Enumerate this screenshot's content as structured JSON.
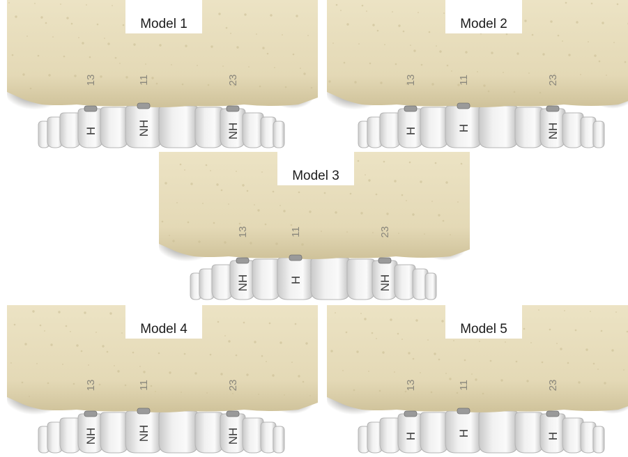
{
  "tooth_numbers": {
    "left": "13",
    "center": "11",
    "right": "23"
  },
  "models": [
    {
      "title": "Model 1",
      "implants": {
        "left": "H",
        "center": "NH",
        "right": "NH"
      }
    },
    {
      "title": "Model 2",
      "implants": {
        "left": "H",
        "center": "H",
        "right": "NH"
      }
    },
    {
      "title": "Model 3",
      "implants": {
        "left": "NH",
        "center": "H",
        "right": "NH"
      }
    },
    {
      "title": "Model 4",
      "implants": {
        "left": "NH",
        "center": "NH",
        "right": "NH"
      }
    },
    {
      "title": "Model 5",
      "implants": {
        "left": "H",
        "center": "H",
        "right": "H"
      }
    }
  ],
  "colors": {
    "bone": "#e4d9b6",
    "bone_shadow": "#2e2b22",
    "tooth": "#f1f1f1",
    "implant_collar": "#9a9a9a"
  }
}
